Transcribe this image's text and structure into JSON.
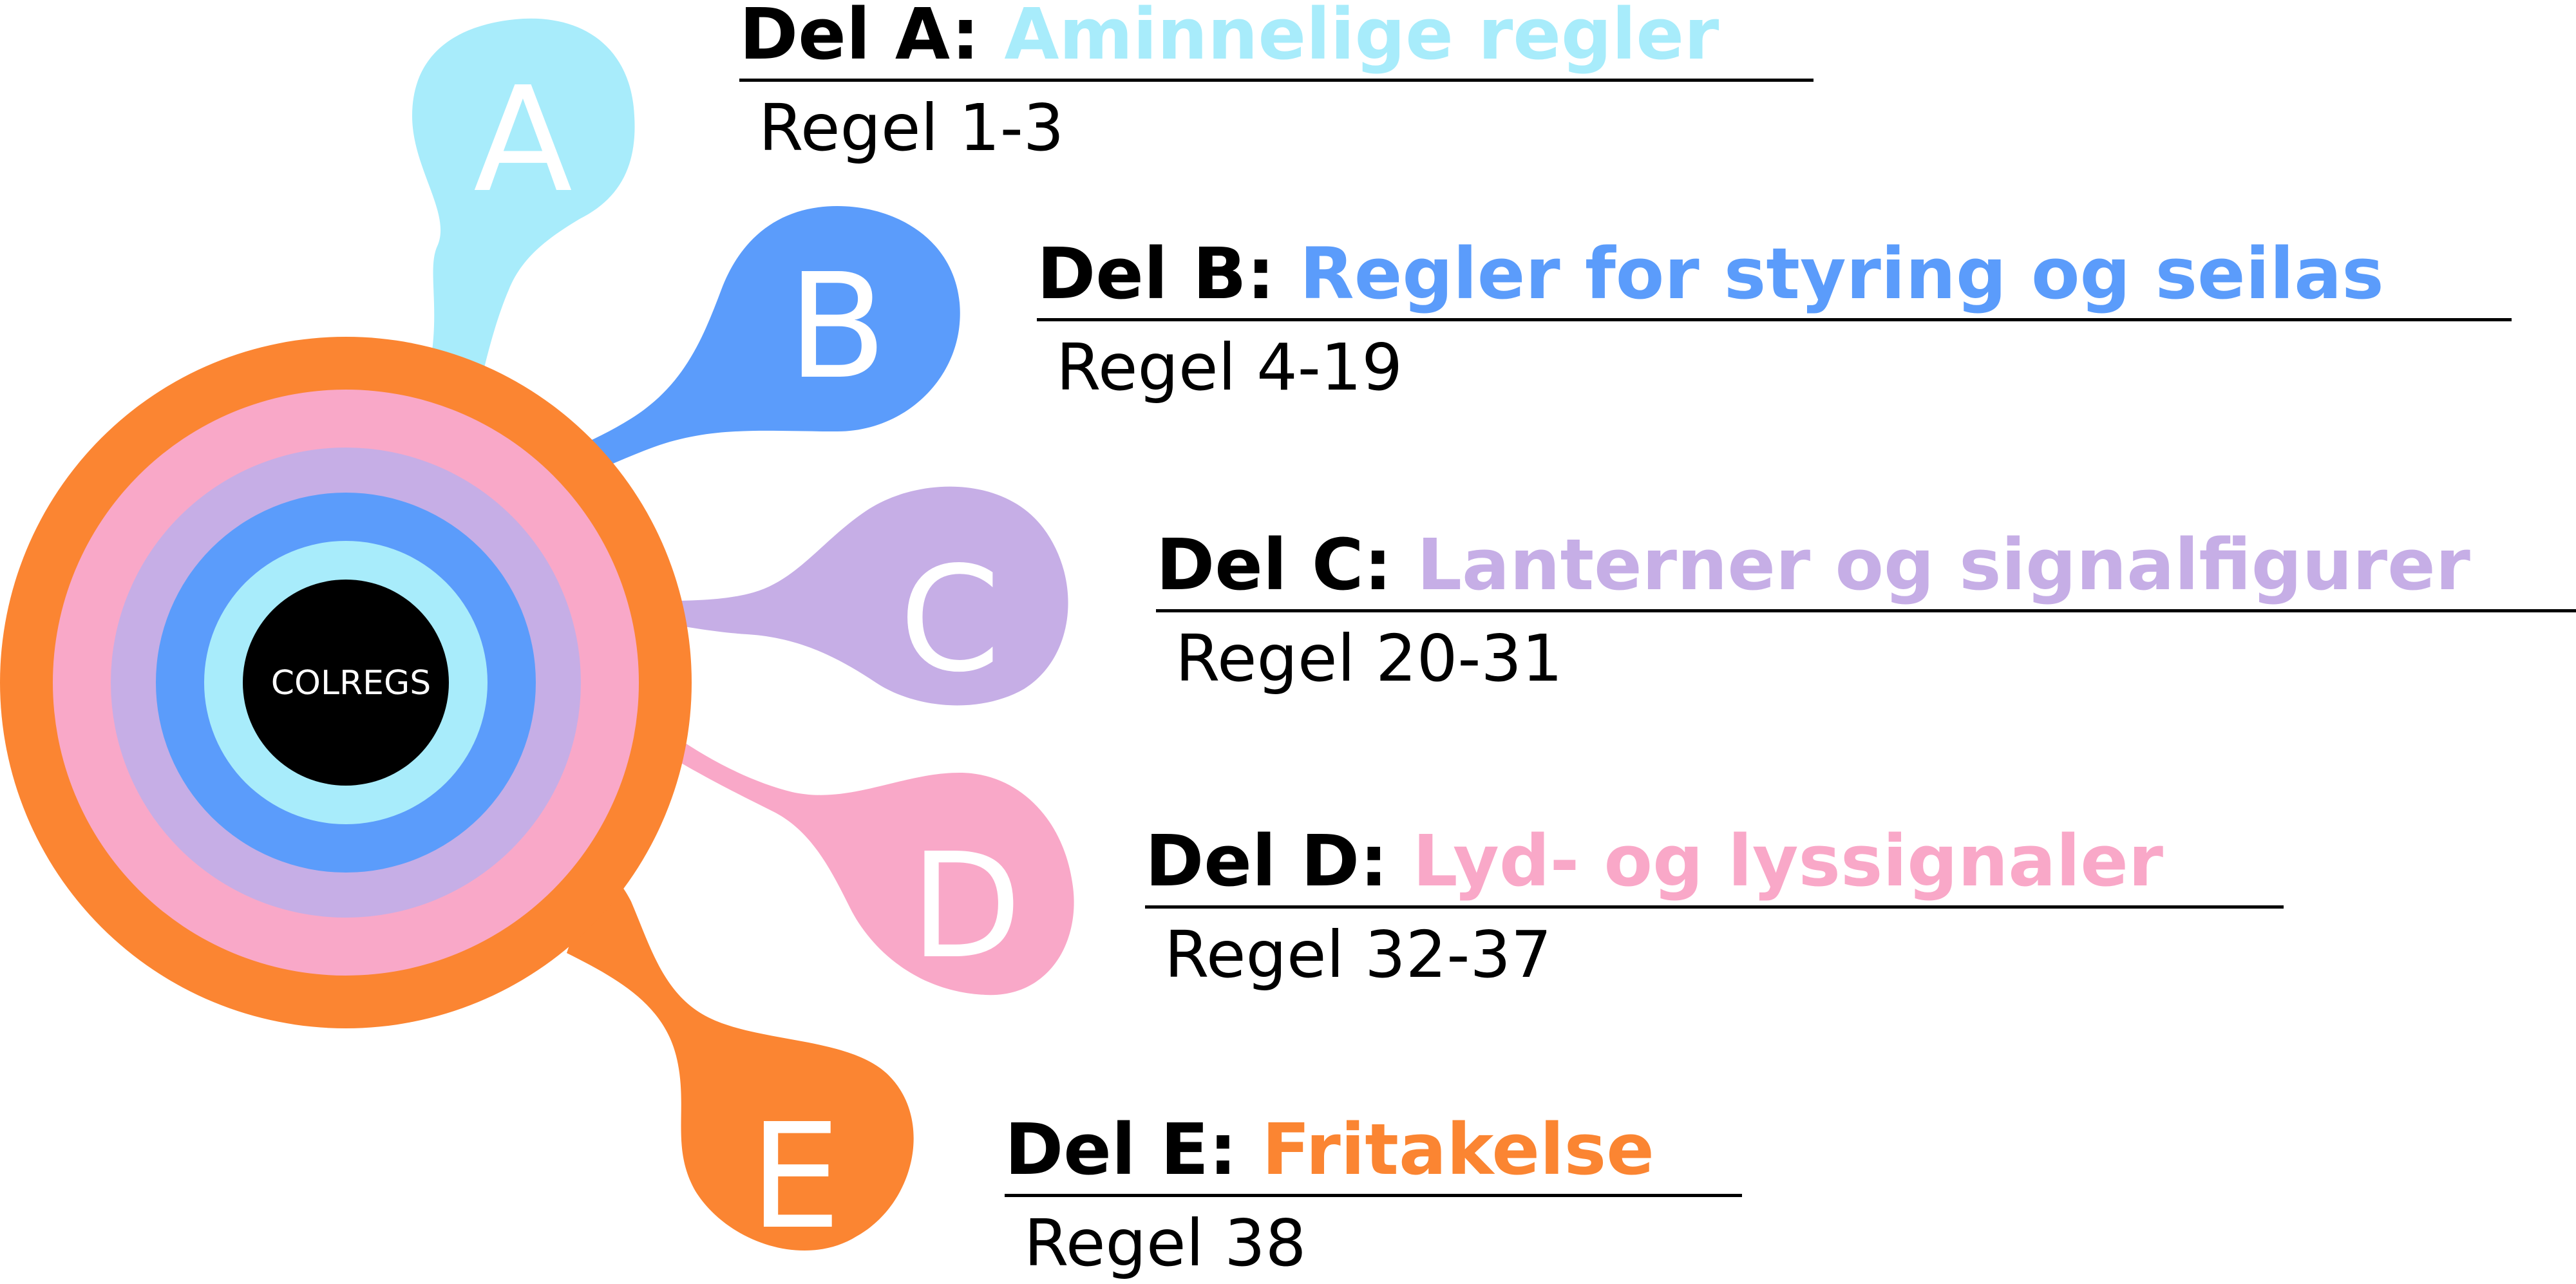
{
  "center": {
    "label": "COLREGS",
    "color": "#000000",
    "ring_color": "#a8ecfb"
  },
  "parts": [
    {
      "letter": "A",
      "prefix": "Del A:",
      "title": "Aminnelige regler",
      "range": "Regel 1-3",
      "color": "#a8ecfb"
    },
    {
      "letter": "B",
      "prefix": "Del B:",
      "title": "Regler for styring og seilas",
      "range": "Regel 4-19",
      "color": "#5b9cfb"
    },
    {
      "letter": "C",
      "prefix": "Del C:",
      "title": "Lanterner og signalfigurer",
      "range": "Regel 20-31",
      "color": "#c6aee6"
    },
    {
      "letter": "D",
      "prefix": "Del D:",
      "title": "Lyd- og lyssignaler",
      "range": "Regel 32-37",
      "color": "#f9a8c8"
    },
    {
      "letter": "E",
      "prefix": "Del E:",
      "title": "Fritakelse",
      "range": "Regel 38",
      "color": "#fb8532"
    }
  ]
}
